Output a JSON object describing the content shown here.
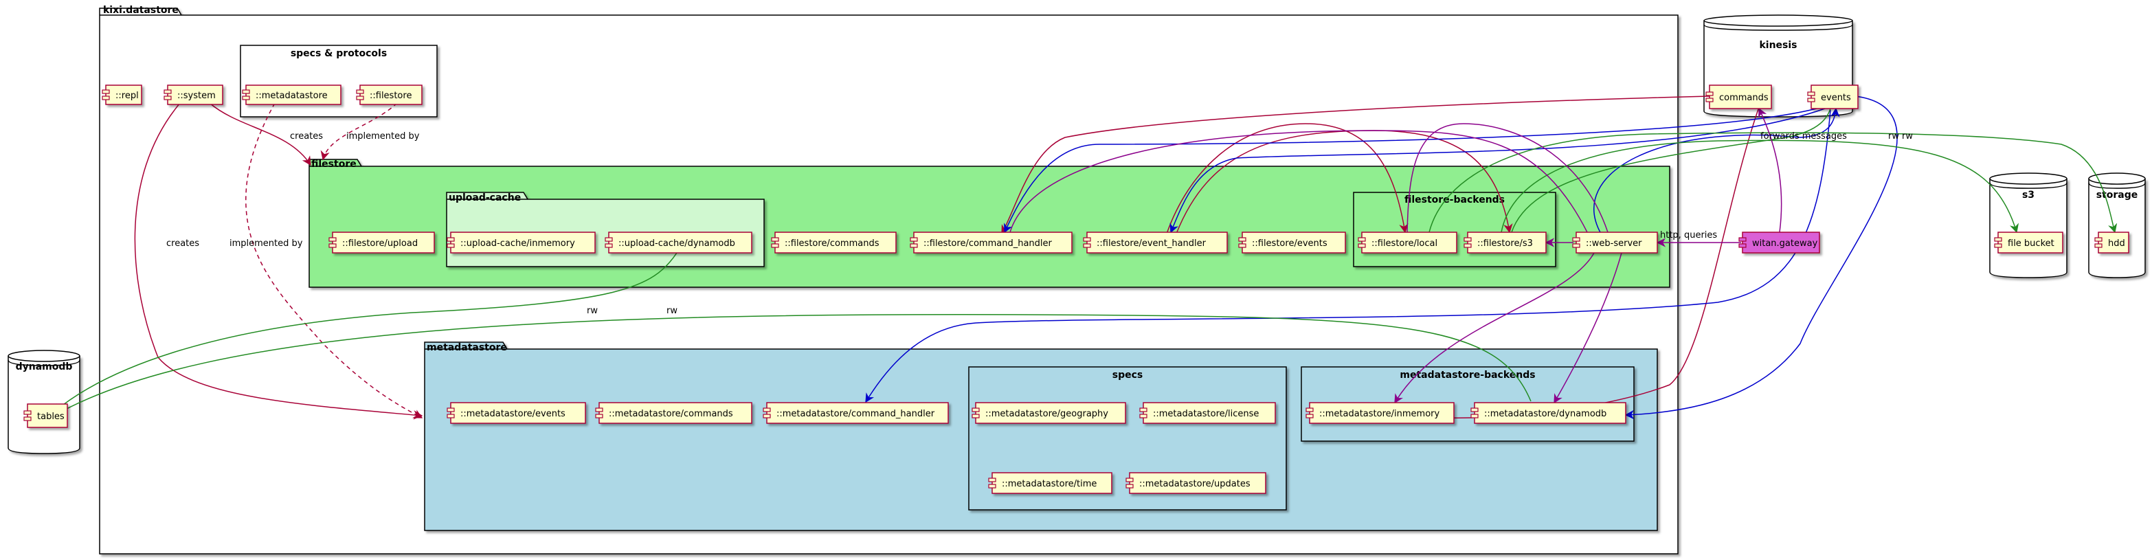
{
  "packages": {
    "root": "kixi.datastore",
    "specs_protocols": "specs & protocols",
    "filestore": "filestore",
    "upload_cache": "upload-cache",
    "filestore_backends": "filestore-backends",
    "metadatastore": "metadatastore",
    "specs": "specs",
    "metadatastore_backends": "metadatastore-backends"
  },
  "databases": {
    "kinesis": "kinesis",
    "s3": "s3",
    "storage": "storage",
    "dynamodb": "dynamodb"
  },
  "components": {
    "repl": "::repl",
    "system": "::system",
    "sp_metadatastore": "::metadatastore",
    "sp_filestore": "::filestore",
    "fs_upload": "::filestore/upload",
    "uc_inmemory": "::upload-cache/inmemory",
    "uc_dynamodb": "::upload-cache/dynamodb",
    "fs_commands": "::filestore/commands",
    "fs_command_handler": "::filestore/command_handler",
    "fs_event_handler": "::filestore/event_handler",
    "fs_events": "::filestore/events",
    "fs_local": "::filestore/local",
    "fs_s3": "::filestore/s3",
    "web_server": "::web-server",
    "witan_gateway": "witan.gateway",
    "md_events": "::metadatastore/events",
    "md_commands": "::metadatastore/commands",
    "md_command_handler": "::metadatastore/command_handler",
    "md_geography": "::metadatastore/geography",
    "md_license": "::metadatastore/license",
    "md_time": "::metadatastore/time",
    "md_updates": "::metadatastore/updates",
    "md_inmemory": "::metadatastore/inmemory",
    "md_dynamodb": "::metadatastore/dynamodb",
    "kin_commands": "commands",
    "kin_events": "events",
    "file_bucket": "file bucket",
    "hdd": "hdd",
    "tables": "tables"
  },
  "edge_labels": {
    "creates_filestore": "creates",
    "implemented_by_filestore": "implemented by",
    "creates_metadatastore": "creates",
    "implemented_by_metadatastore": "implemented by",
    "http_queries": "http, queries",
    "forwards_messages": "forwards messages",
    "rw_s3": "rw",
    "rw_hdd": "rw",
    "rw_upload_cache": "rw",
    "rw_md_dynamodb": "rw"
  },
  "colors": {
    "filestore_fill": "#90EE90",
    "upload_cache_fill": "#D0F8D0",
    "metadatastore_fill": "#ADD8E6",
    "component_fill": "#FEFECE",
    "gateway_fill": "#DA60D6",
    "edge_crimson": "#A80036",
    "edge_blue": "#0000CC",
    "edge_green": "#228B22",
    "edge_purple": "#8B008B"
  }
}
